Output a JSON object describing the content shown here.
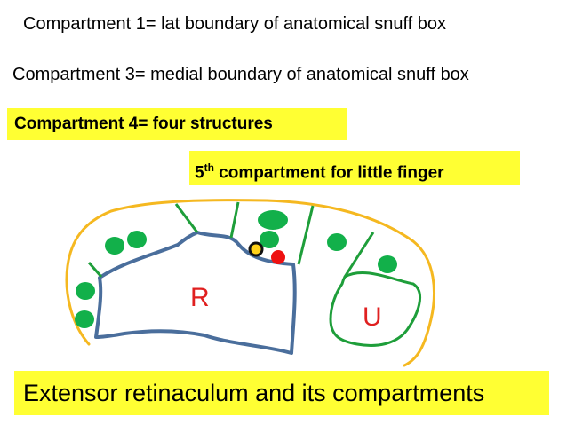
{
  "lines": {
    "compartment1": "Compartment 1= lat boundary of anatomical snuff box",
    "compartment3": "Compartment 3= medial boundary of anatomical snuff box",
    "compartment4": "Compartment 4= four structures",
    "compartment5_num": "5",
    "compartment5_sup": "th",
    "compartment5_rest": " compartment for little finger"
  },
  "diagram": {
    "radius_label": "R",
    "ulna_label": "U"
  },
  "caption": "Extensor retinaculum and its compartments",
  "colors": {
    "highlight": "#ffff33",
    "retinaculum": "#f5b820",
    "septa": "#1e9e3a",
    "tendon": "#12b04a",
    "radius_outline": "#4a6e9c",
    "label": "#e02020",
    "artery_dot": "#ee1111"
  }
}
